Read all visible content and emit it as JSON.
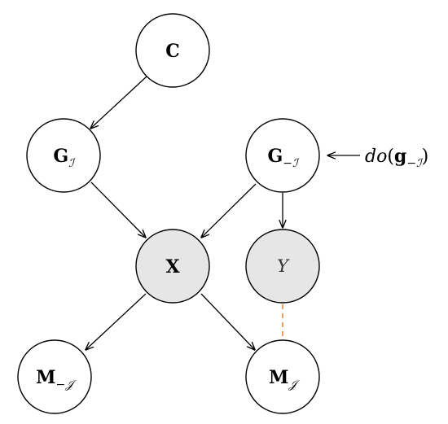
{
  "nodes": {
    "c": {
      "main": "C",
      "sub": "",
      "shaded": false
    },
    "g_i": {
      "main": "G",
      "sub": "ℐ",
      "shaded": false
    },
    "g_not_i": {
      "main": "G",
      "sub": "−ℐ",
      "shaded": false
    },
    "x": {
      "main": "X",
      "sub": "",
      "shaded": true
    },
    "y": {
      "main": "Y",
      "sub": "",
      "shaded": true
    },
    "m_not_j": {
      "main": "M",
      "sub": "−𝒥",
      "shaded": false
    },
    "m_j": {
      "main": "M",
      "sub": "𝒥",
      "shaded": false
    }
  },
  "intervention": {
    "operator": "do",
    "open_paren": "(",
    "variable": "g",
    "sub": "−ℐ",
    "close_paren": ")"
  },
  "colors": {
    "shaded_fill": "#E6E6E6",
    "plain_fill": "#FFFFFF",
    "dashed_edge": "#E8883A"
  },
  "edges": [
    {
      "from": "c",
      "to": "g_i",
      "style": "arrow"
    },
    {
      "from": "g_i",
      "to": "x",
      "style": "arrow"
    },
    {
      "from": "g_not_i",
      "to": "x",
      "style": "arrow"
    },
    {
      "from": "g_not_i",
      "to": "y",
      "style": "arrow"
    },
    {
      "from": "x",
      "to": "m_not_j",
      "style": "arrow"
    },
    {
      "from": "x",
      "to": "m_j",
      "style": "arrow"
    },
    {
      "from": "y",
      "to": "m_j",
      "style": "dashed"
    }
  ]
}
